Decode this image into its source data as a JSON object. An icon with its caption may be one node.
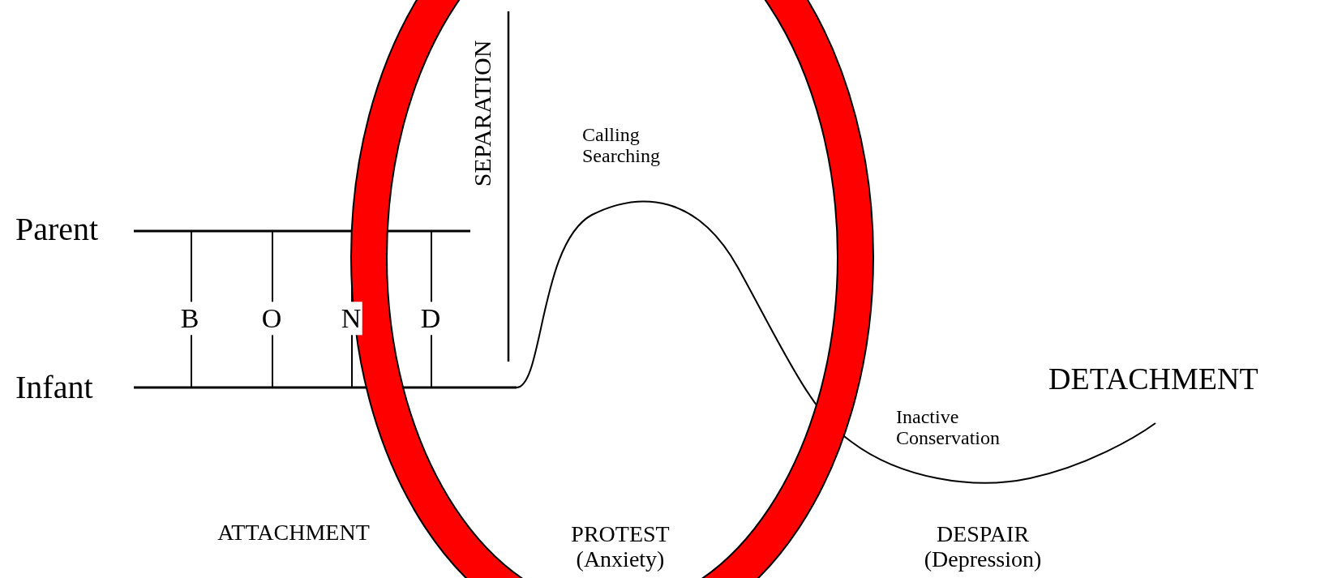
{
  "diagram": {
    "labels": [
      "SEPARATION",
      "Calling Searching",
      "Parent",
      "B",
      "O",
      "N",
      "D",
      "Infant",
      "DETACHMENT",
      "Inactive Conservation",
      "ATTACHMENT",
      "PROTEST (Anxiety)",
      "DESPAIR (Depression)"
    ]
  }
}
